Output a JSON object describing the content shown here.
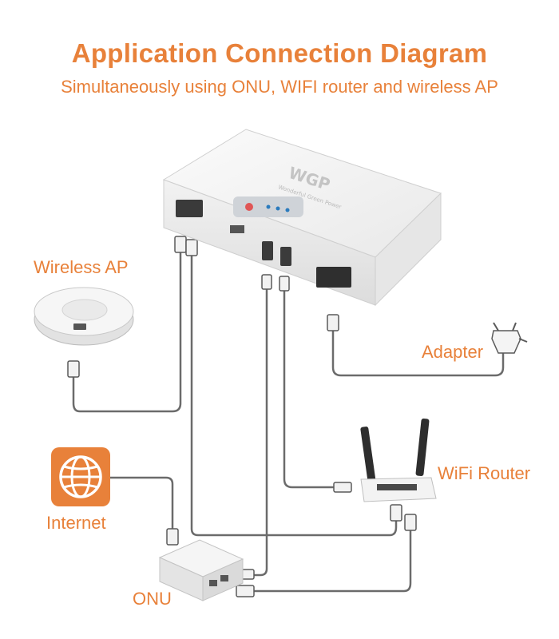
{
  "colors": {
    "accent": "#E8813A",
    "cable": "#6b6b6b",
    "device": "#f4f4f4",
    "device_edge": "#c8c8c8"
  },
  "header": {
    "title": "Application Connection Diagram",
    "subtitle": "Simultaneously using ONU, WIFI router and wireless AP"
  },
  "devices": {
    "wireless_ap": "Wireless AP",
    "adapter": "Adapter",
    "wifi_router": "WiFi Router",
    "internet": "Internet",
    "onu": "ONU"
  },
  "ups": {
    "brand": "WGP",
    "tagline": "Wonderful Green Power"
  },
  "icons": {
    "internet": "globe-icon",
    "adapter": "power-plug-icon"
  }
}
